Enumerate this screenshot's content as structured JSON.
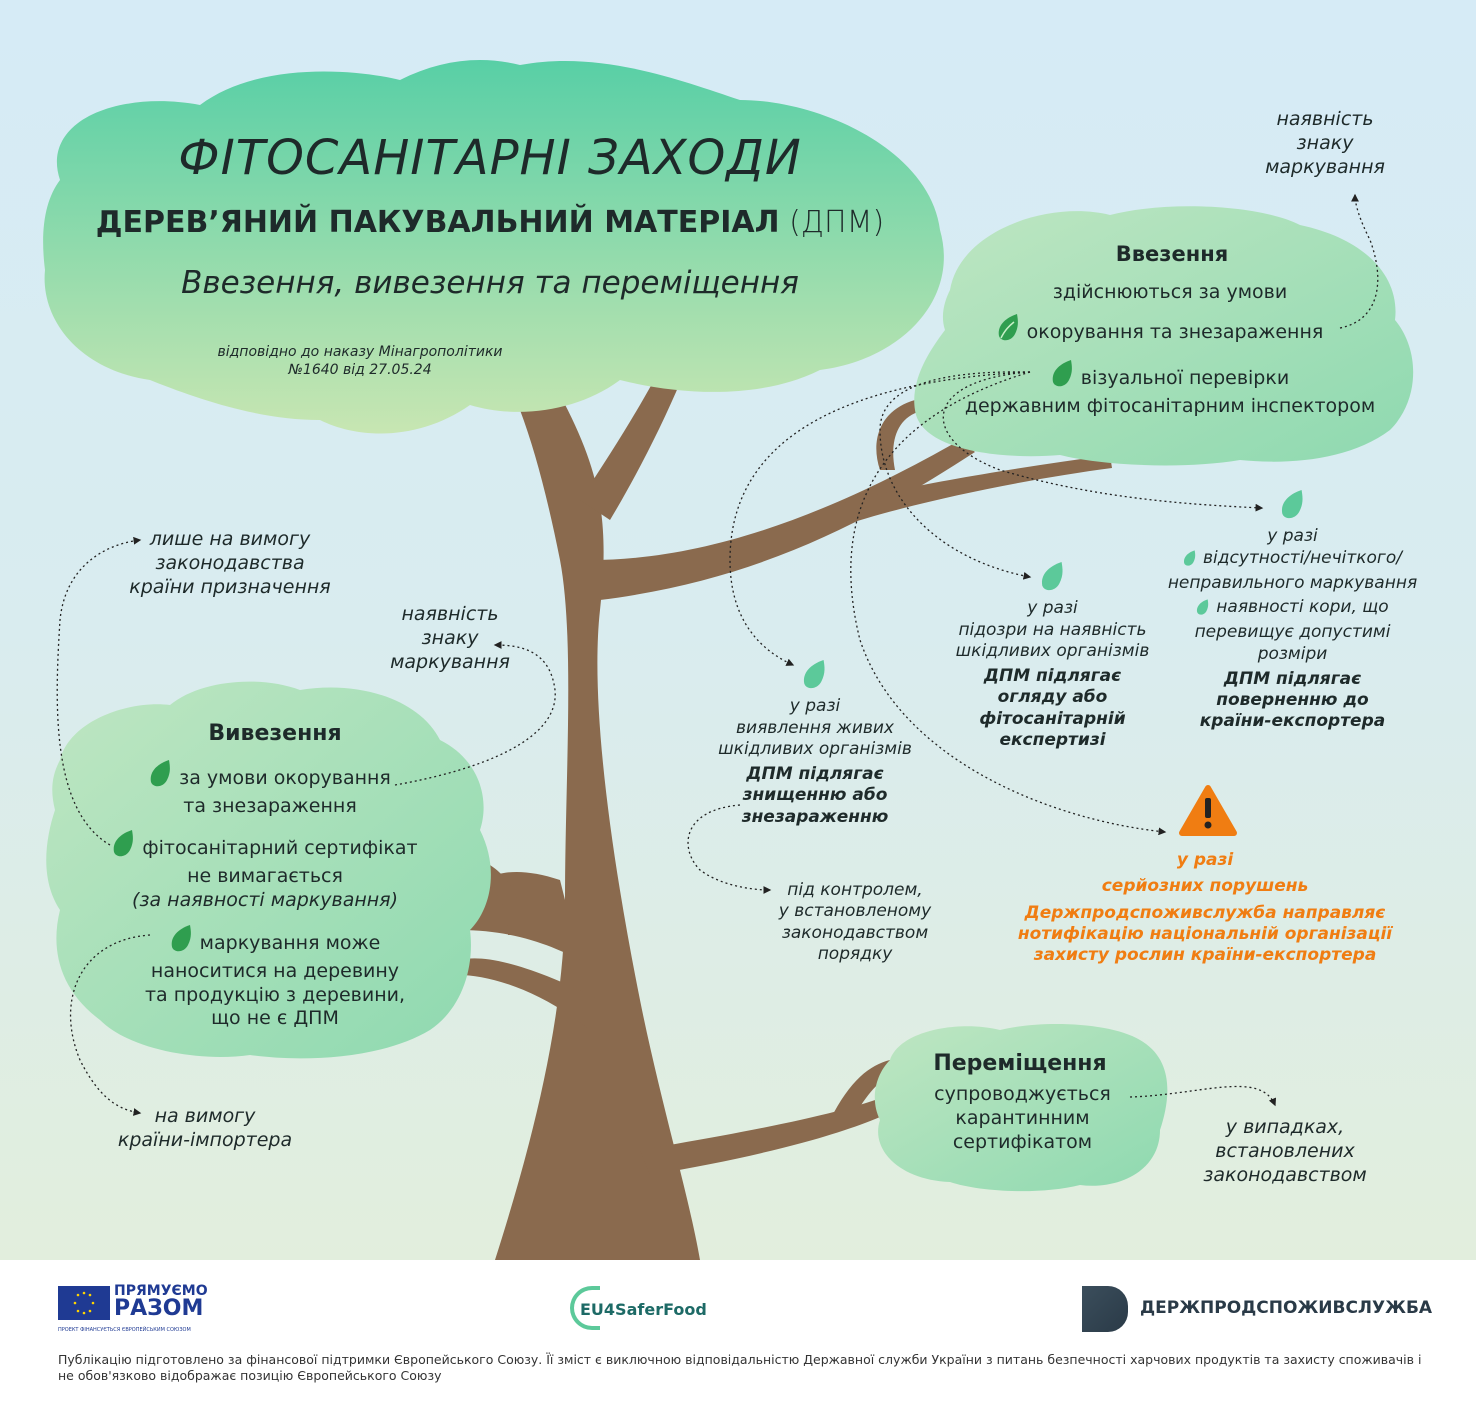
{
  "header": {
    "title": "ФІТОСАНІТАРНІ ЗАХОДИ",
    "subtitle_bold": "ДЕРЕВ’ЯНИЙ ПАКУВАЛЬНИЙ МАТЕРІАЛ",
    "subtitle_abbr": "(ДПМ)",
    "tagline": "Ввезення, вивезення та переміщення",
    "order_line1": "відповідно до наказу Мінагрополітики",
    "order_line2": "№1640 від 27.05.24"
  },
  "import": {
    "heading": "Ввезення",
    "intro": "здійснюються за умови",
    "item1": "окорування та знезараження",
    "item2_line1": "візуальної перевірки",
    "item2_line2": "державним фітосанітарним інспектором",
    "marking_note": [
      "наявність",
      "знаку",
      "маркування"
    ]
  },
  "cases": {
    "live_pests": {
      "when": "у разі",
      "cond": [
        "виявлення живих",
        "шкідливих організмів"
      ],
      "result": [
        "ДПМ підлягає",
        "знищенню або",
        "знезараженню"
      ],
      "note": [
        "під контролем,",
        "у встановленому",
        "законодавством",
        "порядку"
      ]
    },
    "suspicion": {
      "when": "у разі",
      "cond": [
        "підозри на наявність",
        "шкідливих організмів"
      ],
      "result": [
        "ДПМ підлягає",
        "огляду або",
        "фітосанітарній",
        "експертизі"
      ]
    },
    "marking": {
      "when": "у разі",
      "cond1": [
        "відсутності/нечіткого/",
        "неправильного маркування"
      ],
      "cond2": [
        "наявності кори, що",
        "перевищує допустимі",
        "розміри"
      ],
      "result": [
        "ДПМ підлягає",
        "поверненню до",
        "країни-експортера"
      ]
    },
    "serious": {
      "when": "у разі",
      "cond": "серйозних порушень",
      "result": [
        "Держпродспоживслужба направляє",
        "нотифікацію національній організації",
        "захисту рослин країни-експортера"
      ]
    }
  },
  "export": {
    "heading": "Вивезення",
    "item1": [
      "за умови окорування",
      "та знезараження"
    ],
    "item2": [
      "фітосанітарний сертифікат",
      "не вимагається"
    ],
    "item2_note": "(за наявності маркування)",
    "item3": [
      "маркування може",
      "наноситися на деревину",
      "та продукцію з деревини,",
      "що не є ДПМ"
    ],
    "note_legislation": [
      "лише на вимогу",
      "законодавства",
      "країни призначення"
    ],
    "note_marking": [
      "наявність",
      "знаку",
      "маркування"
    ],
    "note_importer": [
      "на вимогу",
      "країни-імпортера"
    ]
  },
  "movement": {
    "heading": "Переміщення",
    "body": [
      "супроводжується",
      "карантинним",
      "сертифікатом"
    ],
    "note": [
      "у випадках,",
      "встановлених",
      "законодавством"
    ]
  },
  "footer": {
    "logo1_line1": "ПРЯМУЄМО",
    "logo1_line2": "РАЗОМ",
    "logo1_small": "ПРОЕКТ ФІНАНСУЄТЬСЯ ЄВРОПЕЙСЬКИМ СОЮЗОМ",
    "logo2": "EU4SaferFood",
    "logo3": "ДЕРЖПРОДСПОЖИВСЛУЖБА",
    "disclaimer_line1": "Публікацію підготовлено за фінансової підтримки Європейського Союзу. Її зміст є виключною відповідальністю Державної служби України з питань безпечності харчових продуктів та захисту споживачів і",
    "disclaimer_line2": "не обов'язково відображає позицію Європейського Союзу"
  },
  "colors": {
    "trunk": "#8a6a4e",
    "leaf": "#5cc99a",
    "accent": "#f07d12",
    "eu_blue": "#1f3a93"
  }
}
